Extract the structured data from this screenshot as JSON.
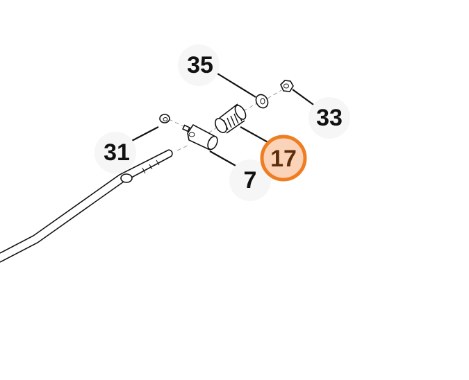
{
  "diagram": {
    "callouts": [
      {
        "id": "35",
        "label": "35",
        "highlighted": false
      },
      {
        "id": "33",
        "label": "33",
        "highlighted": false
      },
      {
        "id": "31",
        "label": "31",
        "highlighted": false
      },
      {
        "id": "7",
        "label": "7",
        "highlighted": false
      },
      {
        "id": "17",
        "label": "17",
        "highlighted": true
      }
    ],
    "colors": {
      "highlight_fill": "#fbd3b8",
      "highlight_stroke": "#ef7d22",
      "highlight_text": "#5a2d0c"
    }
  }
}
